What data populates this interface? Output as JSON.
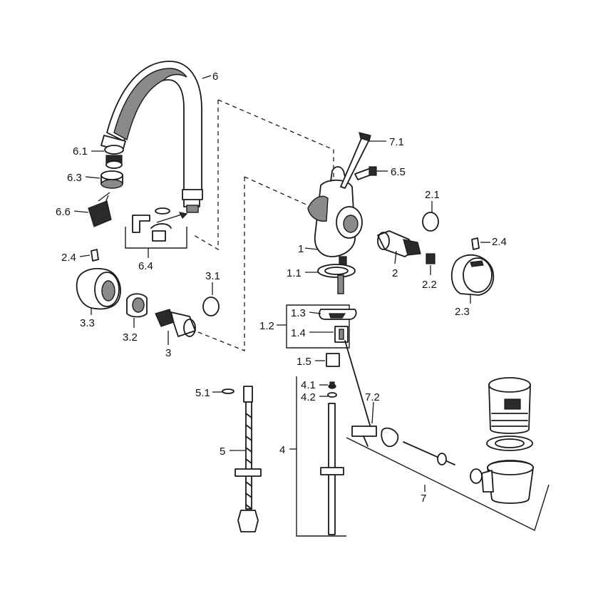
{
  "callouts": [
    {
      "id": "6",
      "text": "6"
    },
    {
      "id": "6.1",
      "text": "6.1"
    },
    {
      "id": "6.3",
      "text": "6.3"
    },
    {
      "id": "6.6",
      "text": "6.6"
    },
    {
      "id": "6.4",
      "text": "6.4"
    },
    {
      "id": "7.1",
      "text": "7.1"
    },
    {
      "id": "6.5",
      "text": "6.5"
    },
    {
      "id": "2.1",
      "text": "2.1"
    },
    {
      "id": "2.4a",
      "text": "2.4"
    },
    {
      "id": "2.4b",
      "text": "2.4"
    },
    {
      "id": "1",
      "text": "1"
    },
    {
      "id": "1.1",
      "text": "1.1"
    },
    {
      "id": "2",
      "text": "2"
    },
    {
      "id": "2.2",
      "text": "2.2"
    },
    {
      "id": "2.3",
      "text": "2.3"
    },
    {
      "id": "3.1",
      "text": "3.1"
    },
    {
      "id": "3.3",
      "text": "3.3"
    },
    {
      "id": "3.2",
      "text": "3.2"
    },
    {
      "id": "3",
      "text": "3"
    },
    {
      "id": "1.2",
      "text": "1.2"
    },
    {
      "id": "1.3",
      "text": "1.3"
    },
    {
      "id": "1.4",
      "text": "1.4"
    },
    {
      "id": "1.5",
      "text": "1.5"
    },
    {
      "id": "4.1",
      "text": "4.1"
    },
    {
      "id": "4.2",
      "text": "4.2"
    },
    {
      "id": "5.1",
      "text": "5.1"
    },
    {
      "id": "7.2",
      "text": "7.2"
    },
    {
      "id": "5",
      "text": "5"
    },
    {
      "id": "4",
      "text": "4"
    },
    {
      "id": "7",
      "text": "7"
    }
  ]
}
